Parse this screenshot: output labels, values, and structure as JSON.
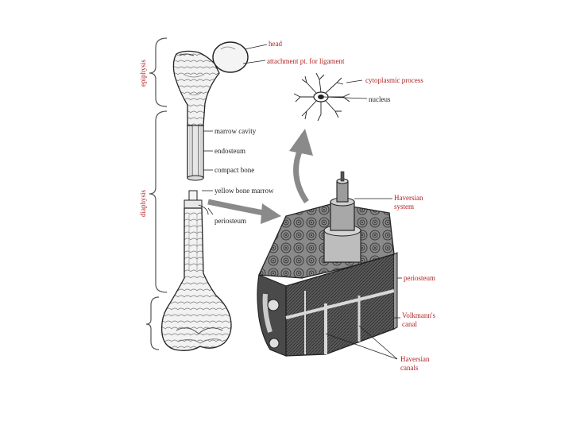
{
  "diagram": {
    "section_labels": {
      "epiphysis": "epiphysis",
      "diaphysis": "diaphysis"
    },
    "femur_labels": {
      "head": "head",
      "ligament_attachment": "attachment pt. for ligament",
      "marrow_cavity": "marrow cavity",
      "endosteum": "endosteum",
      "compact_bone": "compact bone",
      "yellow_marrow": "yellow bone marrow",
      "periosteum": "periosteum"
    },
    "osteocyte_labels": {
      "cytoplasmic_process": "cytoplasmic process",
      "nucleus": "nucleus"
    },
    "block_labels": {
      "haversian_system_1": "Haversian",
      "haversian_system_2": "system",
      "periosteum": "periosteum",
      "volkmann_1": "Volkmann's",
      "volkmann_2": "canal",
      "haversian_canals_1": "Haversian",
      "haversian_canals_2": "canals"
    },
    "colors": {
      "label_red": "#b22222",
      "ink": "#222222",
      "arrow": "#8a8a8a",
      "block_dark": "#3a3a3a",
      "block_mid": "#7a7a7a",
      "block_light": "#b0b0b0"
    }
  }
}
